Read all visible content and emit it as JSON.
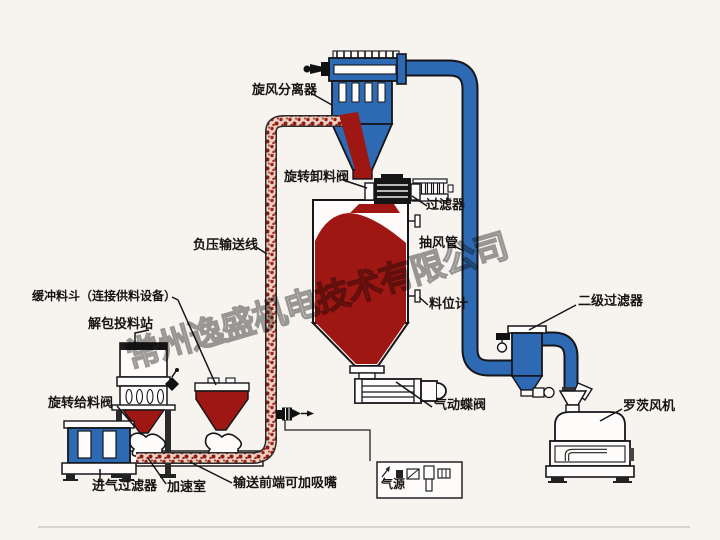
{
  "watermark": "常州逸盛机电技术有限公司",
  "labels": {
    "cyclone_separator": "旋风分离器",
    "rotary_discharge_valve": "旋转卸料阀",
    "filter": "过滤器",
    "negative_pressure_line": "负压输送线",
    "exhaust_pipe": "抽风管",
    "level_gauge": "料位计",
    "buffer_hopper": "缓冲料斗（连接供料设备）",
    "unpacking_station": "解包投料站",
    "rotary_feeding_valve": "旋转给料阀",
    "air_intake_filter": "进气过滤器",
    "acceleration_chamber": "加速室",
    "front_end_nozzle_note": "输送前端可加吸嘴",
    "air_source": "气源",
    "pneumatic_butterfly_valve": "气动蝶阀",
    "secondary_filter": "二级过滤器",
    "roots_blower": "罗茨风机"
  },
  "colors": {
    "background": "#f7f4ef",
    "equipment_blue": "#2e6ab3",
    "material_red": "#9e1712",
    "speckle_line_red": "#a02015",
    "outline_black": "#15151a",
    "watermark_grey": "#646464"
  }
}
